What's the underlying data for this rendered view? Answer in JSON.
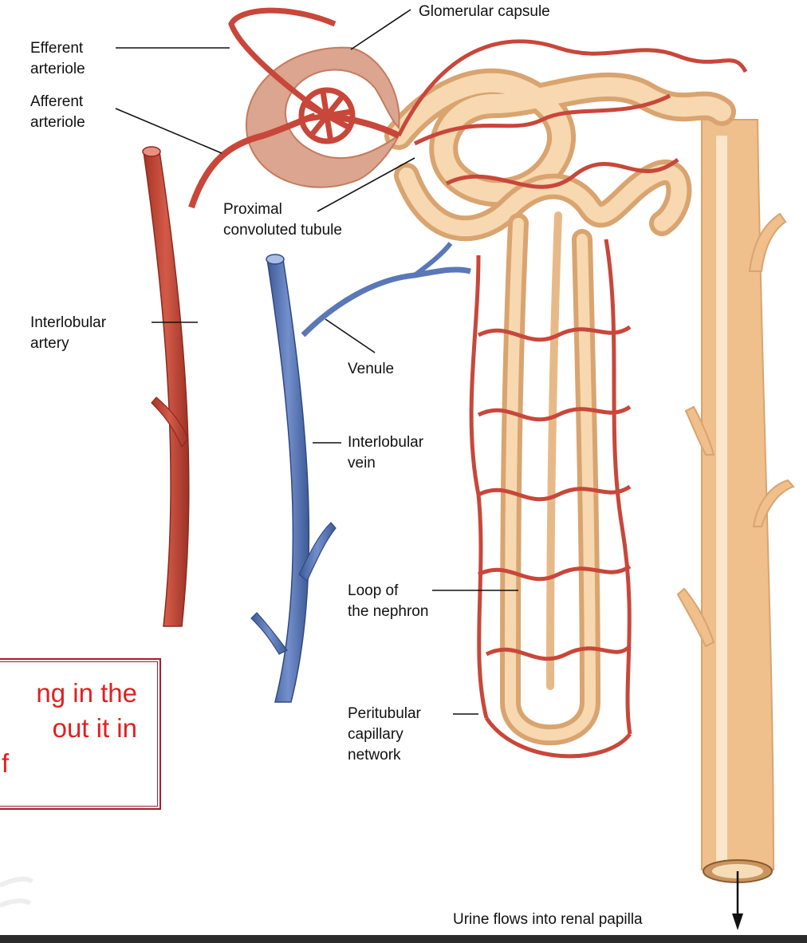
{
  "labels": {
    "glomerular_capsule": "Glomerular capsule",
    "efferent_1": "Efferent",
    "efferent_2": "arteriole",
    "afferent_1": "Afferent",
    "afferent_2": "arteriole",
    "proximal_1": "Proximal",
    "proximal_2": "convoluted tubule",
    "interlobular_artery_1": "Interlobular",
    "interlobular_artery_2": "artery",
    "venule": "Venule",
    "interlobular_vein_1": "Interlobular",
    "interlobular_vein_2": "vein",
    "loop_1": "Loop of",
    "loop_2": "the nephron",
    "peritubular_1": "Peritubular",
    "peritubular_2": "capillary",
    "peritubular_3": "network",
    "urine": "Urine flows into renal papilla"
  },
  "callout": {
    "line1": "ng in the",
    "line2": "out it in",
    "line3": "f"
  },
  "colors": {
    "artery": "#c8473a",
    "artery_dark": "#9c3226",
    "vein": "#5a78b8",
    "vein_dark": "#3e5a96",
    "tubule": "#f2c99b",
    "tubule_light": "#fbe6cc",
    "tubule_dark": "#d9a46f",
    "capsule": "#d9a08c",
    "callout_text": "#e02020",
    "callout_border": "#a51c30"
  }
}
